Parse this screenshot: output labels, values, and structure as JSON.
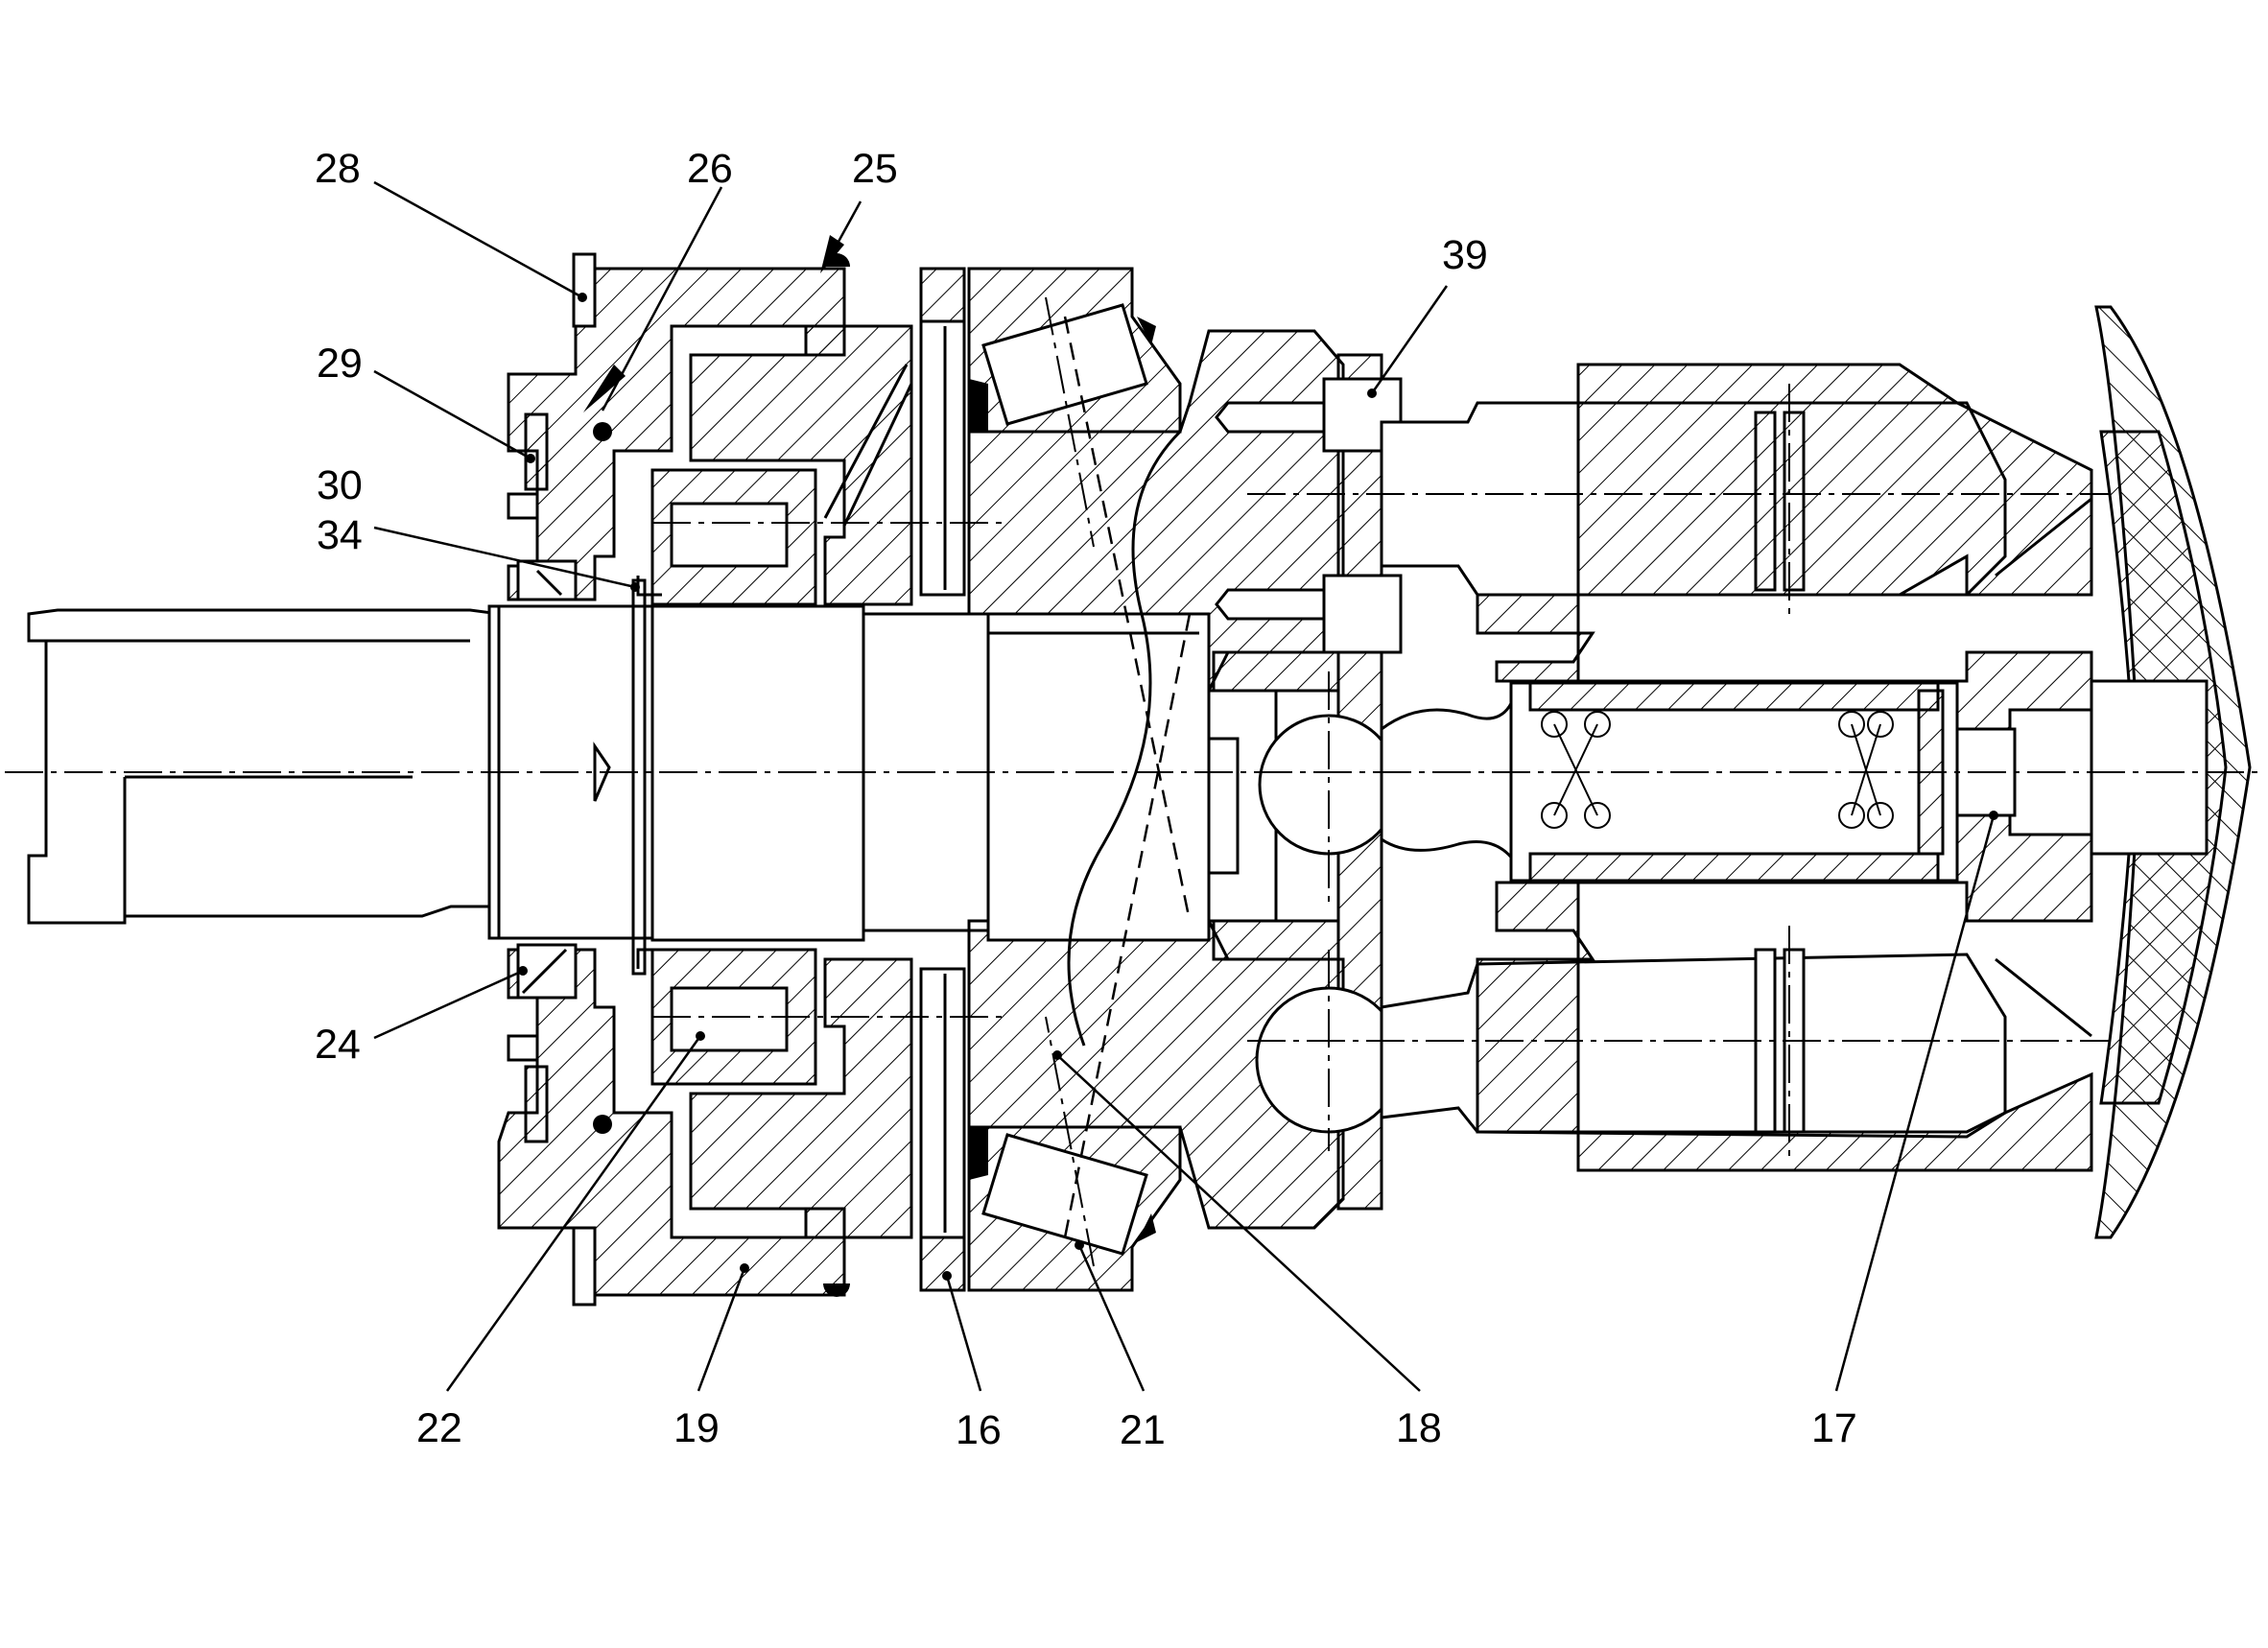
{
  "callouts": [
    {
      "id": "c28",
      "label": "28"
    },
    {
      "id": "c26",
      "label": "26"
    },
    {
      "id": "c25",
      "label": "25"
    },
    {
      "id": "c39",
      "label": "39"
    },
    {
      "id": "c29",
      "label": "29"
    },
    {
      "id": "c30",
      "label": "30"
    },
    {
      "id": "c34",
      "label": "34"
    },
    {
      "id": "c24",
      "label": "24"
    },
    {
      "id": "c22",
      "label": "22"
    },
    {
      "id": "c19",
      "label": "19"
    },
    {
      "id": "c16",
      "label": "16"
    },
    {
      "id": "c21",
      "label": "21"
    },
    {
      "id": "c18",
      "label": "18"
    },
    {
      "id": "c17",
      "label": "17"
    }
  ]
}
